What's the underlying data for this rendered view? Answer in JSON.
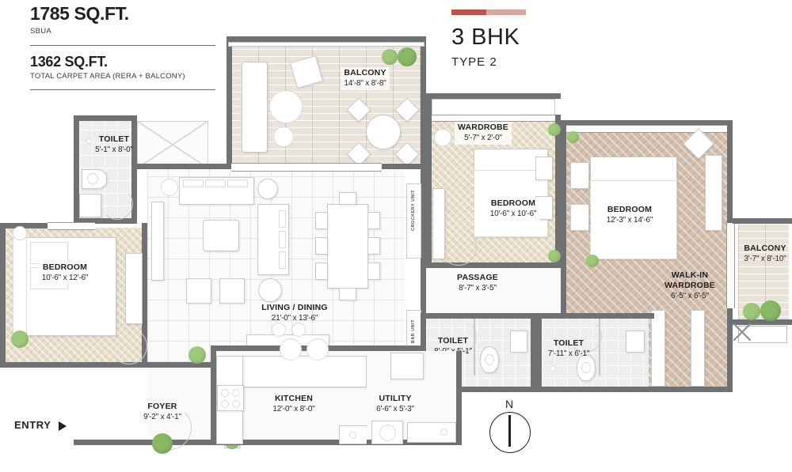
{
  "header": {
    "sbua_area": "1785 SQ.FT.",
    "sbua_label": "SBUA",
    "carpet_area": "1362 SQ.FT.",
    "carpet_label": "TOTAL CARPET AREA (RERA + BALCONY)"
  },
  "brand": {
    "title": "3 BHK",
    "type": "TYPE 2",
    "accent_dark": "#b5574e",
    "accent_light": "#d9a79f"
  },
  "plan": {
    "entry_label": "ENTRY",
    "compass_label": "N",
    "rooms": [
      {
        "name": "BALCONY",
        "dim": "14'-8\" x 8'-8\""
      },
      {
        "name": "TOILET",
        "dim": "5'-1\" x 8'-0\""
      },
      {
        "name": "BEDROOM",
        "dim": "10'-6\" x 12'-6\""
      },
      {
        "name": "LIVING / DINING",
        "dim": "21'-0\" x 13'-6\""
      },
      {
        "name": "WARDROBE",
        "dim": "5'-7\" x 2'-0\""
      },
      {
        "name": "BEDROOM",
        "dim": "10'-6\" x 10'-6\""
      },
      {
        "name": "BEDROOM",
        "dim": "12'-3\" x 14'-6\""
      },
      {
        "name": "BALCONY",
        "dim": "3'-7\" x 8'-10\""
      },
      {
        "name": "WALK-IN WARDROBE",
        "dim": "6'-5\" x 6'-5\""
      },
      {
        "name": "PASSAGE",
        "dim": "8'-7\" x 3'-5\""
      },
      {
        "name": "TOILET",
        "dim": "8'-0\" x 5'-1\""
      },
      {
        "name": "TOILET",
        "dim": "7'-11\" x 6'-1\""
      },
      {
        "name": "FOYER",
        "dim": "9'-2\" x 4'-1\""
      },
      {
        "name": "KITCHEN",
        "dim": "12'-0\" x 8'-0\""
      },
      {
        "name": "UTILITY",
        "dim": "6'-6\" x 5'-3\""
      }
    ],
    "walkin_line1": "WALK-IN",
    "walkin_line2": "WARDROBE",
    "crockery_unit": "CROCKERY UNIT",
    "bar_unit": "BAR UNIT"
  }
}
